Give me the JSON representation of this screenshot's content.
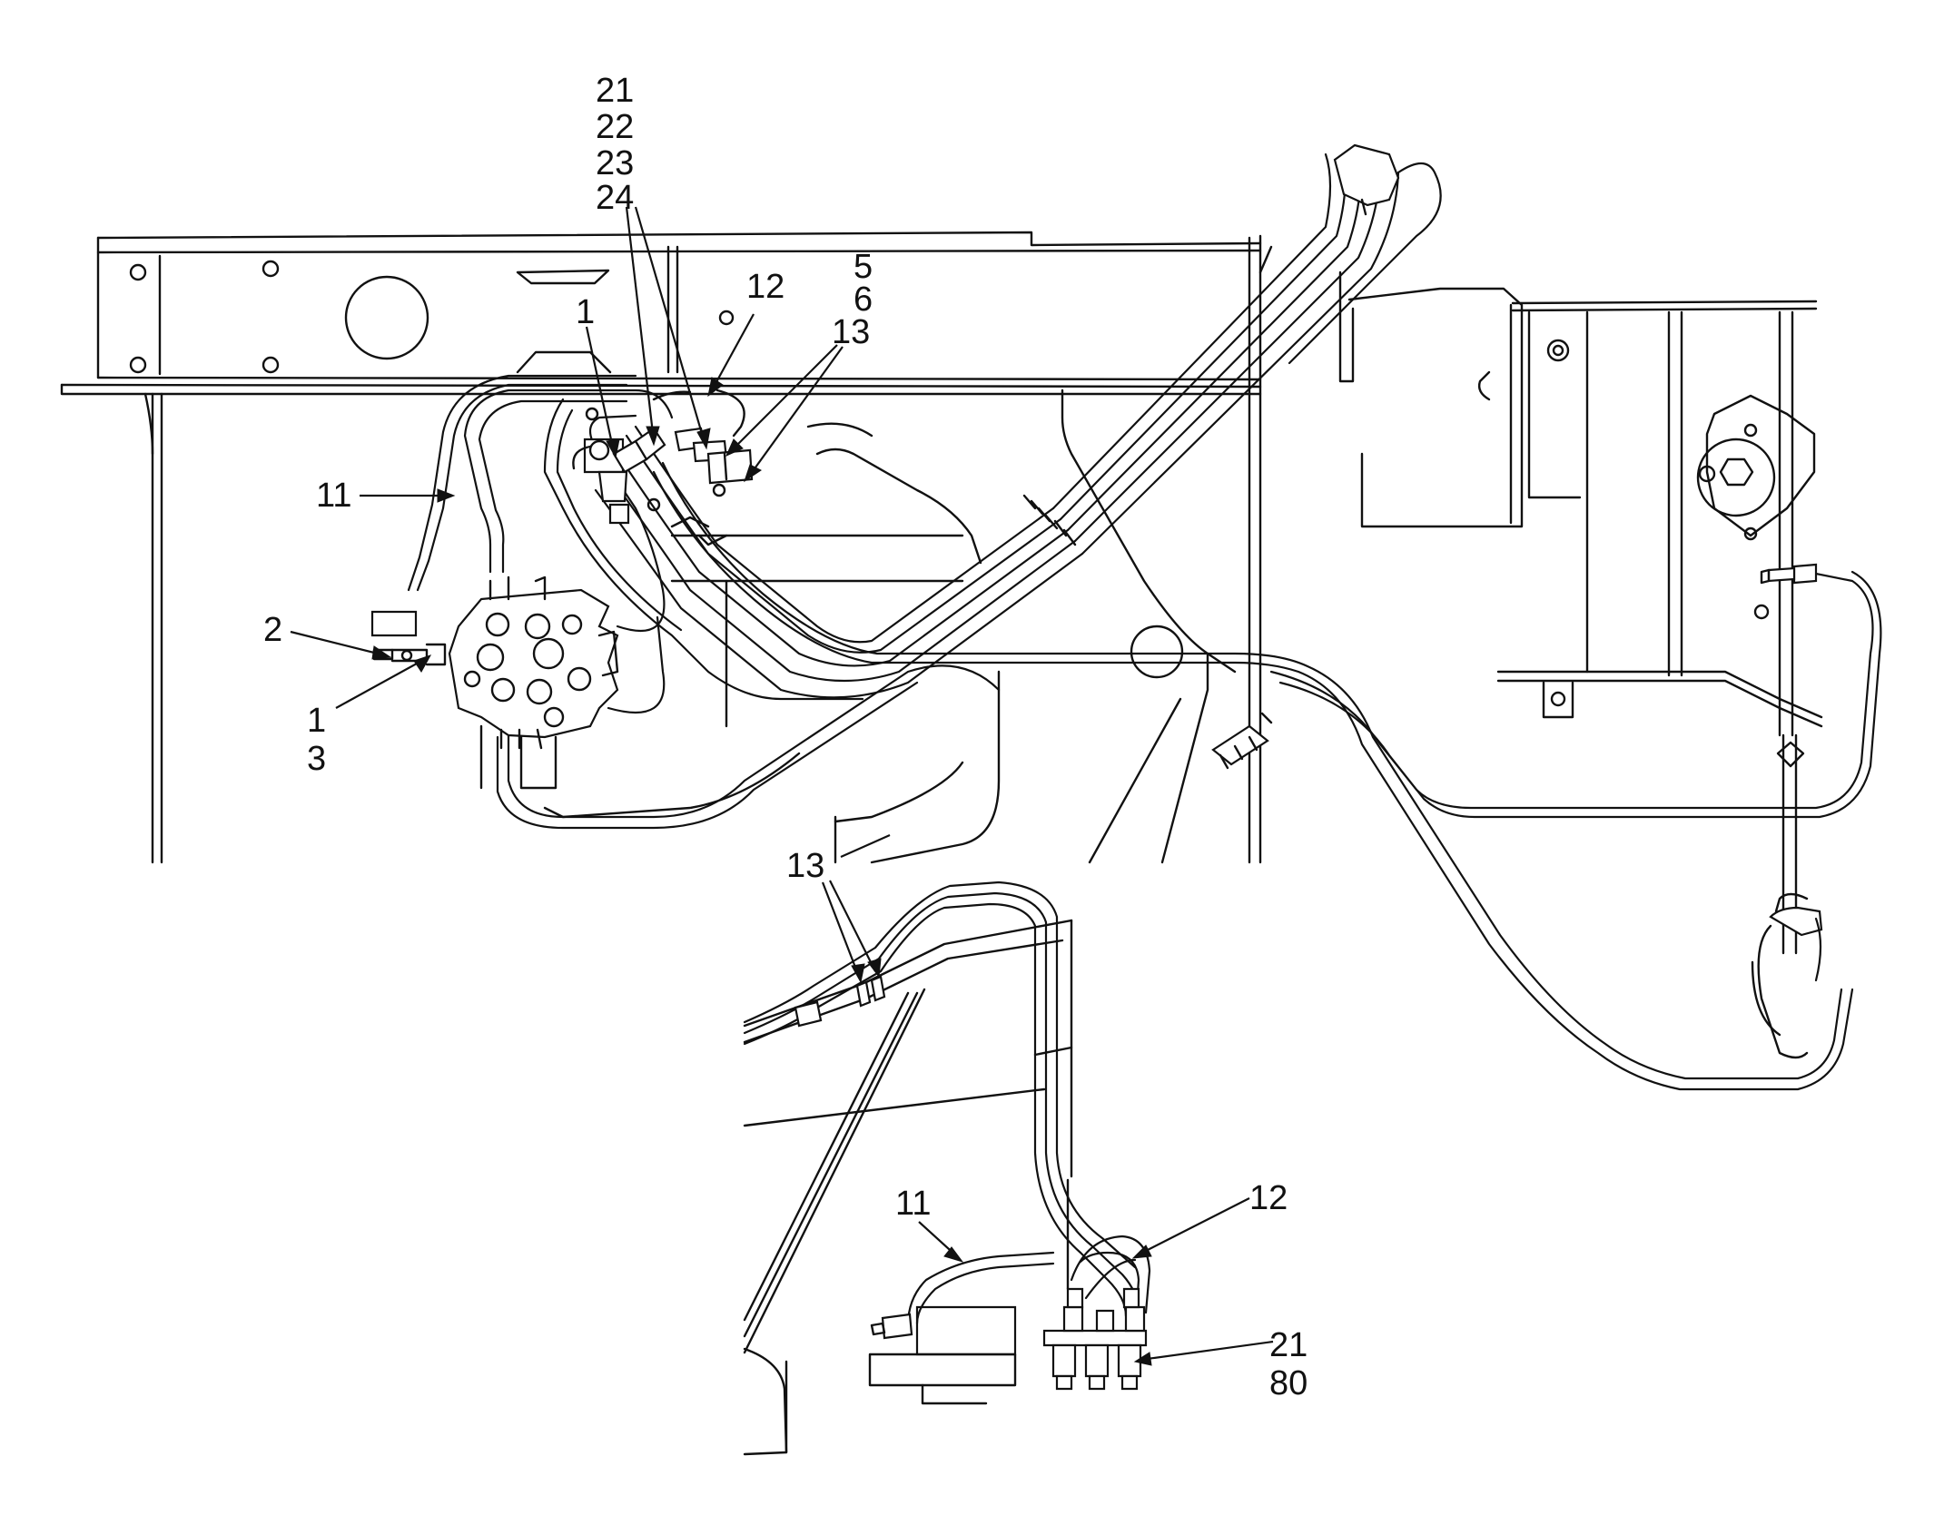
{
  "callouts": {
    "top_stack": [
      "21",
      "22",
      "23",
      "24"
    ],
    "item_1_top": "1",
    "item_12_top": "12",
    "right_stack": [
      "5",
      "6",
      "13"
    ],
    "item_11_left": "11",
    "item_2": "2",
    "left_stack": [
      "1",
      "3"
    ],
    "item_13_lower": "13",
    "item_11_lower": "11",
    "item_12_lower": "12",
    "bottom_stack": [
      "21",
      "80"
    ]
  }
}
